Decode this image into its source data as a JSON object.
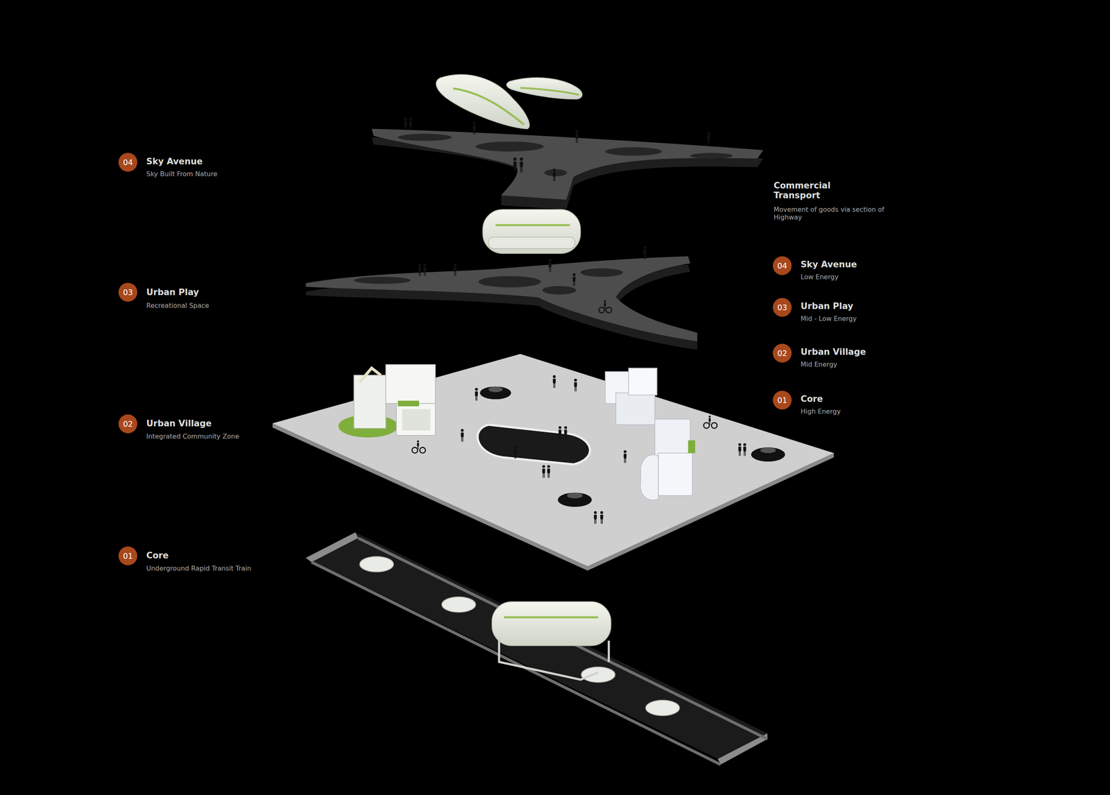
{
  "diagram": {
    "nodes": [
      {
        "text": [
          "04"
        ]
      },
      {
        "text": [
          "03"
        ]
      },
      {
        "text": [
          "02"
        ]
      },
      {
        "text": [
          "01"
        ]
      },
      {
        "text": [
          "04"
        ]
      },
      {
        "text": [
          "03"
        ]
      },
      {
        "text": [
          "02"
        ]
      },
      {
        "text": [
          "01"
        ]
      }
    ],
    "labels": [
      "Sky Avenue",
      "Sky Built From Nature",
      "Urban Play",
      "Recreational Space",
      "Urban Village",
      "Integrated Community Zone",
      "Core",
      "Underground Rapid Transit Train",
      "Commercial Transport",
      "Movement of goods via section of Highway",
      "Sky Avenue",
      "Low Energy",
      "Urban Play",
      "Mid - Low Energy",
      "Urban Village",
      "Mid Energy",
      "Core",
      "High Energy"
    ]
  }
}
